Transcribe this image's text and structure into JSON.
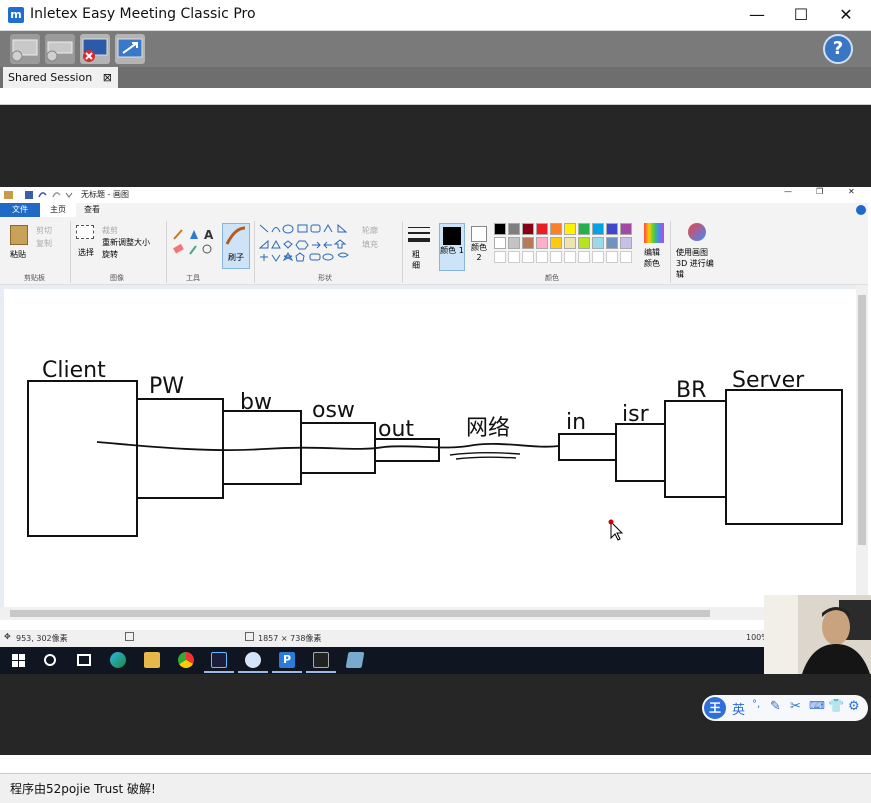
{
  "window": {
    "title": "Inletex Easy Meeting Classic Pro",
    "logo": "m",
    "minimize": "—",
    "maximize": "☐",
    "close": "✕"
  },
  "toolbar": {
    "help": "?"
  },
  "tabs": [
    {
      "label": "Shared Session",
      "close": "⊠"
    }
  ],
  "paint": {
    "title": "无标题 - 画图",
    "tabs": {
      "file": "文件",
      "home": "主页",
      "view": "查看"
    },
    "clipboard": {
      "paste": "粘贴",
      "cut": "剪切",
      "copy": "复制",
      "label": "剪贴板"
    },
    "image": {
      "select": "选择",
      "crop": "裁剪",
      "resize": "重新调整大小",
      "rotate": "旋转",
      "label": "图像"
    },
    "tools": {
      "label": "工具",
      "brushes": "刷子"
    },
    "shapes": {
      "outline": "轮廓",
      "fill": "填充",
      "label": "形状"
    },
    "size": "粗细",
    "color1": "颜色 1",
    "color2": "颜色 2",
    "colors_label": "颜色",
    "edit_colors": "编辑颜色",
    "paint3d": "使用画图 3D 进行编辑",
    "palette": [
      "#000000",
      "#7f7f7f",
      "#880015",
      "#ed1c24",
      "#ff7f27",
      "#fff200",
      "#22b14c",
      "#00a2e8",
      "#3f48cc",
      "#a349a4",
      "#ffffff",
      "#c3c3c3",
      "#b97a57",
      "#ffaec9",
      "#ffc90e",
      "#efe4b0",
      "#b5e61d",
      "#99d9ea",
      "#7092be",
      "#c8bfe7"
    ],
    "status": {
      "cursor_pos": "953, 302像素",
      "canvas_size": "1857 × 738像素",
      "zoom": "100%"
    }
  },
  "diagram": {
    "labels": {
      "client": "Client",
      "pw": "PW",
      "bw": "bw",
      "osw": "osw",
      "out": "out",
      "network": "网络",
      "in": "in",
      "isr": "isr",
      "br": "BR",
      "server": "Server"
    }
  },
  "ime": {
    "logo": "王",
    "lang": "英"
  },
  "status": {
    "text": "程序由52pojie Trust 破解!"
  },
  "colors": {
    "accent": "#1e6ac6",
    "taskbar": "#101522",
    "dark_bg": "#262626"
  }
}
